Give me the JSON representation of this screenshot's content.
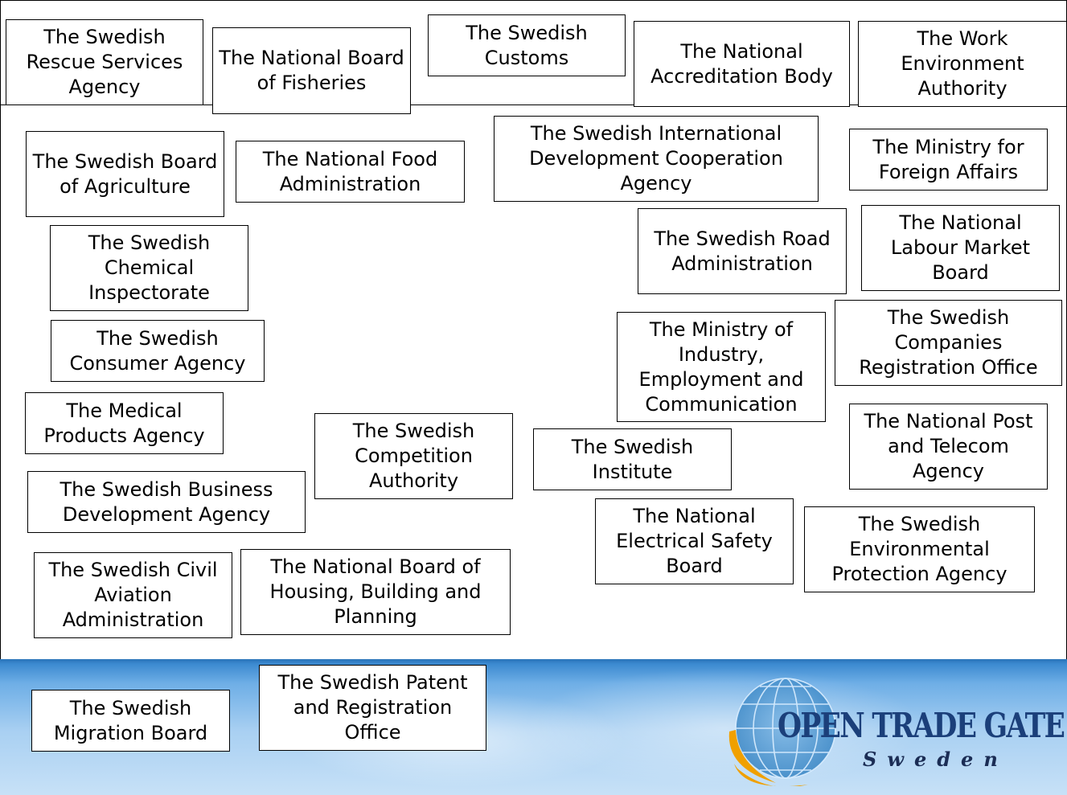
{
  "agencies": [
    "The Swedish Rescue Services Agency",
    "The National Board of Fisheries",
    "The Swedish Customs",
    "The National Accreditation Body",
    "The Work Environment Authority",
    "The Swedish Board of Agriculture",
    "The National Food Administration",
    "The Swedish International Development Cooperation Agency",
    "The Ministry for Foreign Affairs",
    "The Swedish Road Administration",
    "The National Labour Market Board",
    "The Swedish Chemical Inspectorate",
    "The Swedish Consumer Agency",
    "The Ministry of Industry, Employment and Communication",
    "The Swedish Companies Registration Office",
    "The Medical Products Agency",
    "The Swedish Competition Authority",
    "The Swedish Institute",
    "The National Post and Telecom Agency",
    "The Swedish Business Development Agency",
    "The National Electrical Safety Board",
    "The Swedish Environmental Protection Agency",
    "The Swedish Civil Aviation Administration",
    "The National Board of Housing, Building and Planning",
    "The Swedish Migration Board",
    "The Swedish Patent and Registration Office"
  ],
  "logo": {
    "name": "OPEN TRADE GATE",
    "subtitle": "Sweden",
    "colors": {
      "navy": "#1b3f7a",
      "orange": "#f0a000",
      "globe": "#2f7fc0"
    }
  }
}
